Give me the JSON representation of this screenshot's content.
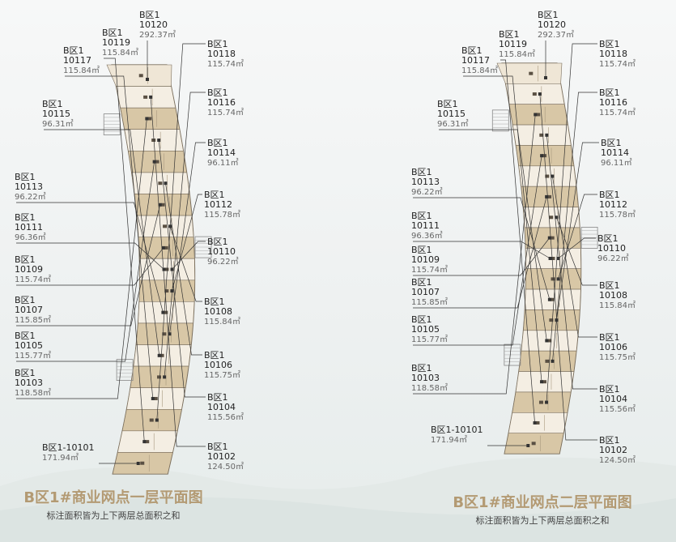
{
  "colors": {
    "unit_tan": "#d8c7a6",
    "unit_light": "#f4eee3",
    "outline": "#7a6e5c",
    "leader": "#333333",
    "title": "#b39a73"
  },
  "plans": [
    {
      "id": "floor1",
      "title": "B区1#商业网点一层平面图",
      "subtitle": "标注面积皆为上下两层总面积之和",
      "units": [
        {
          "code_line1": "B区1",
          "code_line2": "10120",
          "area": "292.37㎡"
        },
        {
          "code_line1": "B区1",
          "code_line2": "10119",
          "area": "115.84㎡"
        },
        {
          "code_line1": "B区1",
          "code_line2": "10118",
          "area": "115.74㎡"
        },
        {
          "code_line1": "B区1",
          "code_line2": "10117",
          "area": "115.84㎡"
        },
        {
          "code_line1": "B区1",
          "code_line2": "10116",
          "area": "115.74㎡"
        },
        {
          "code_line1": "B区1",
          "code_line2": "10115",
          "area": "96.31㎡"
        },
        {
          "code_line1": "B区1",
          "code_line2": "10114",
          "area": "96.11㎡"
        },
        {
          "code_line1": "B区1",
          "code_line2": "10113",
          "area": "96.22㎡"
        },
        {
          "code_line1": "B区1",
          "code_line2": "10112",
          "area": "115.78㎡"
        },
        {
          "code_line1": "B区1",
          "code_line2": "10111",
          "area": "96.36㎡"
        },
        {
          "code_line1": "B区1",
          "code_line2": "10110",
          "area": "96.22㎡"
        },
        {
          "code_line1": "B区1",
          "code_line2": "10109",
          "area": "115.74㎡"
        },
        {
          "code_line1": "B区1",
          "code_line2": "10108",
          "area": "115.84㎡"
        },
        {
          "code_line1": "B区1",
          "code_line2": "10107",
          "area": "115.85㎡"
        },
        {
          "code_line1": "B区1",
          "code_line2": "10106",
          "area": "115.75㎡"
        },
        {
          "code_line1": "B区1",
          "code_line2": "10105",
          "area": "115.77㎡"
        },
        {
          "code_line1": "B区1",
          "code_line2": "10104",
          "area": "115.56㎡"
        },
        {
          "code_line1": "B区1",
          "code_line2": "10103",
          "area": "118.58㎡"
        },
        {
          "code_line1": "B区1",
          "code_line2": "10102",
          "area": "124.50㎡"
        },
        {
          "code_line1": "B区1-10101",
          "code_line2": "",
          "area": "171.94㎡"
        }
      ]
    },
    {
      "id": "floor2",
      "title": "B区1#商业网点二层平面图",
      "subtitle": "标注面积皆为上下两层总面积之和",
      "units": [
        {
          "code_line1": "B区1",
          "code_line2": "10120",
          "area": "292.37㎡"
        },
        {
          "code_line1": "B区1",
          "code_line2": "10119",
          "area": "115.84㎡"
        },
        {
          "code_line1": "B区1",
          "code_line2": "10118",
          "area": "115.74㎡"
        },
        {
          "code_line1": "B区1",
          "code_line2": "10117",
          "area": "115.84㎡"
        },
        {
          "code_line1": "B区1",
          "code_line2": "10116",
          "area": "115.74㎡"
        },
        {
          "code_line1": "B区1",
          "code_line2": "10115",
          "area": "96.31㎡"
        },
        {
          "code_line1": "B区1",
          "code_line2": "10114",
          "area": "96.11㎡"
        },
        {
          "code_line1": "B区1",
          "code_line2": "10113",
          "area": "96.22㎡"
        },
        {
          "code_line1": "B区1",
          "code_line2": "10112",
          "area": "115.78㎡"
        },
        {
          "code_line1": "B区1",
          "code_line2": "10111",
          "area": "96.36㎡"
        },
        {
          "code_line1": "B区1",
          "code_line2": "10110",
          "area": "96.22㎡"
        },
        {
          "code_line1": "B区1",
          "code_line2": "10109",
          "area": "115.74㎡"
        },
        {
          "code_line1": "B区1",
          "code_line2": "10108",
          "area": "115.84㎡"
        },
        {
          "code_line1": "B区1",
          "code_line2": "10107",
          "area": "115.85㎡"
        },
        {
          "code_line1": "B区1",
          "code_line2": "10106",
          "area": "115.75㎡"
        },
        {
          "code_line1": "B区1",
          "code_line2": "10105",
          "area": "115.77㎡"
        },
        {
          "code_line1": "B区1",
          "code_line2": "10104",
          "area": "115.56㎡"
        },
        {
          "code_line1": "B区1",
          "code_line2": "10103",
          "area": "118.58㎡"
        },
        {
          "code_line1": "B区1",
          "code_line2": "10102",
          "area": "124.50㎡"
        },
        {
          "code_line1": "B区1-10101",
          "code_line2": "",
          "area": "171.94㎡"
        }
      ]
    }
  ]
}
